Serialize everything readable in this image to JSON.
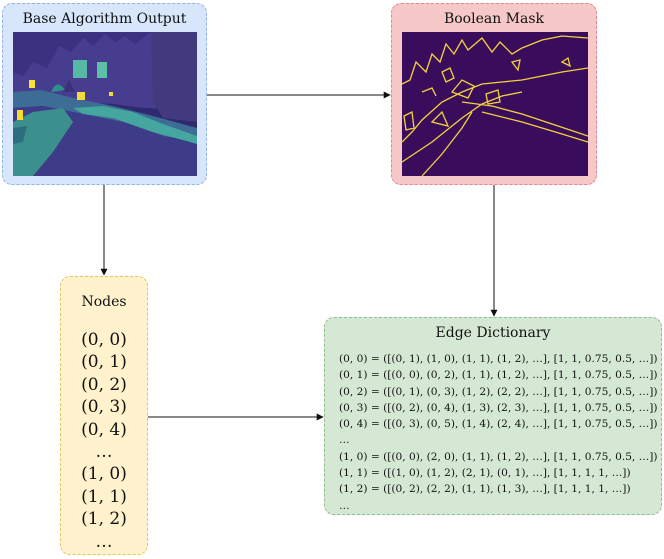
{
  "base": {
    "title": "Base Algorithm Output"
  },
  "mask": {
    "title": "Boolean Mask"
  },
  "nodes": {
    "title": "Nodes",
    "items": [
      "(0, 0)",
      "(0, 1)",
      "(0, 2)",
      "(0, 3)",
      "(0, 4)",
      "…",
      "(1, 0)",
      "(1, 1)",
      "(1, 2)",
      "…"
    ]
  },
  "edges": {
    "title": "Edge Dictionary",
    "items": [
      "(0, 0) = ([(0, 1), (1, 0), (1, 1), (1, 2), …], [1, 1, 0.75, 0.5, …])",
      "(0, 1) = ([(0, 0), (0, 2), (1, 1), (1, 2), …], [1, 1, 0.75, 0.5, …])",
      "(0, 2) = ([(0, 1), (0, 3), (1, 2), (2, 2), …], [1, 1, 0.75, 0.5, …])",
      "(0, 3) = ([(0, 2), (0, 4), (1, 3), (2, 3), …], [1, 1, 0.75, 0.5, …])",
      "(0, 4) = ([(0, 3), (0, 5), (1, 4), (2, 4), …], [1, 1, 0.75, 0.5, …])",
      "…",
      "(1, 0) = ([(0, 0), (2, 0), (1, 1), (1, 2), …], [1, 1, 0.75, 0.5, …])",
      "(1, 1) = ([(1, 0), (1, 2), (2, 1), (0, 1), …], [1, 1, 1, 1, …])",
      "(1, 2) = ([(0, 2), (2, 2), (1, 1), (1, 3), …], [1, 1, 1, 1, …])",
      "…"
    ]
  },
  "colors": {
    "base_fill": "#d7e6fb",
    "mask_fill": "#f6c8c8",
    "nodes_fill": "#fff2cc",
    "edges_fill": "#d5e8d4",
    "mask_background": "#3a0d5c",
    "mask_edges": "#f2d23c"
  }
}
